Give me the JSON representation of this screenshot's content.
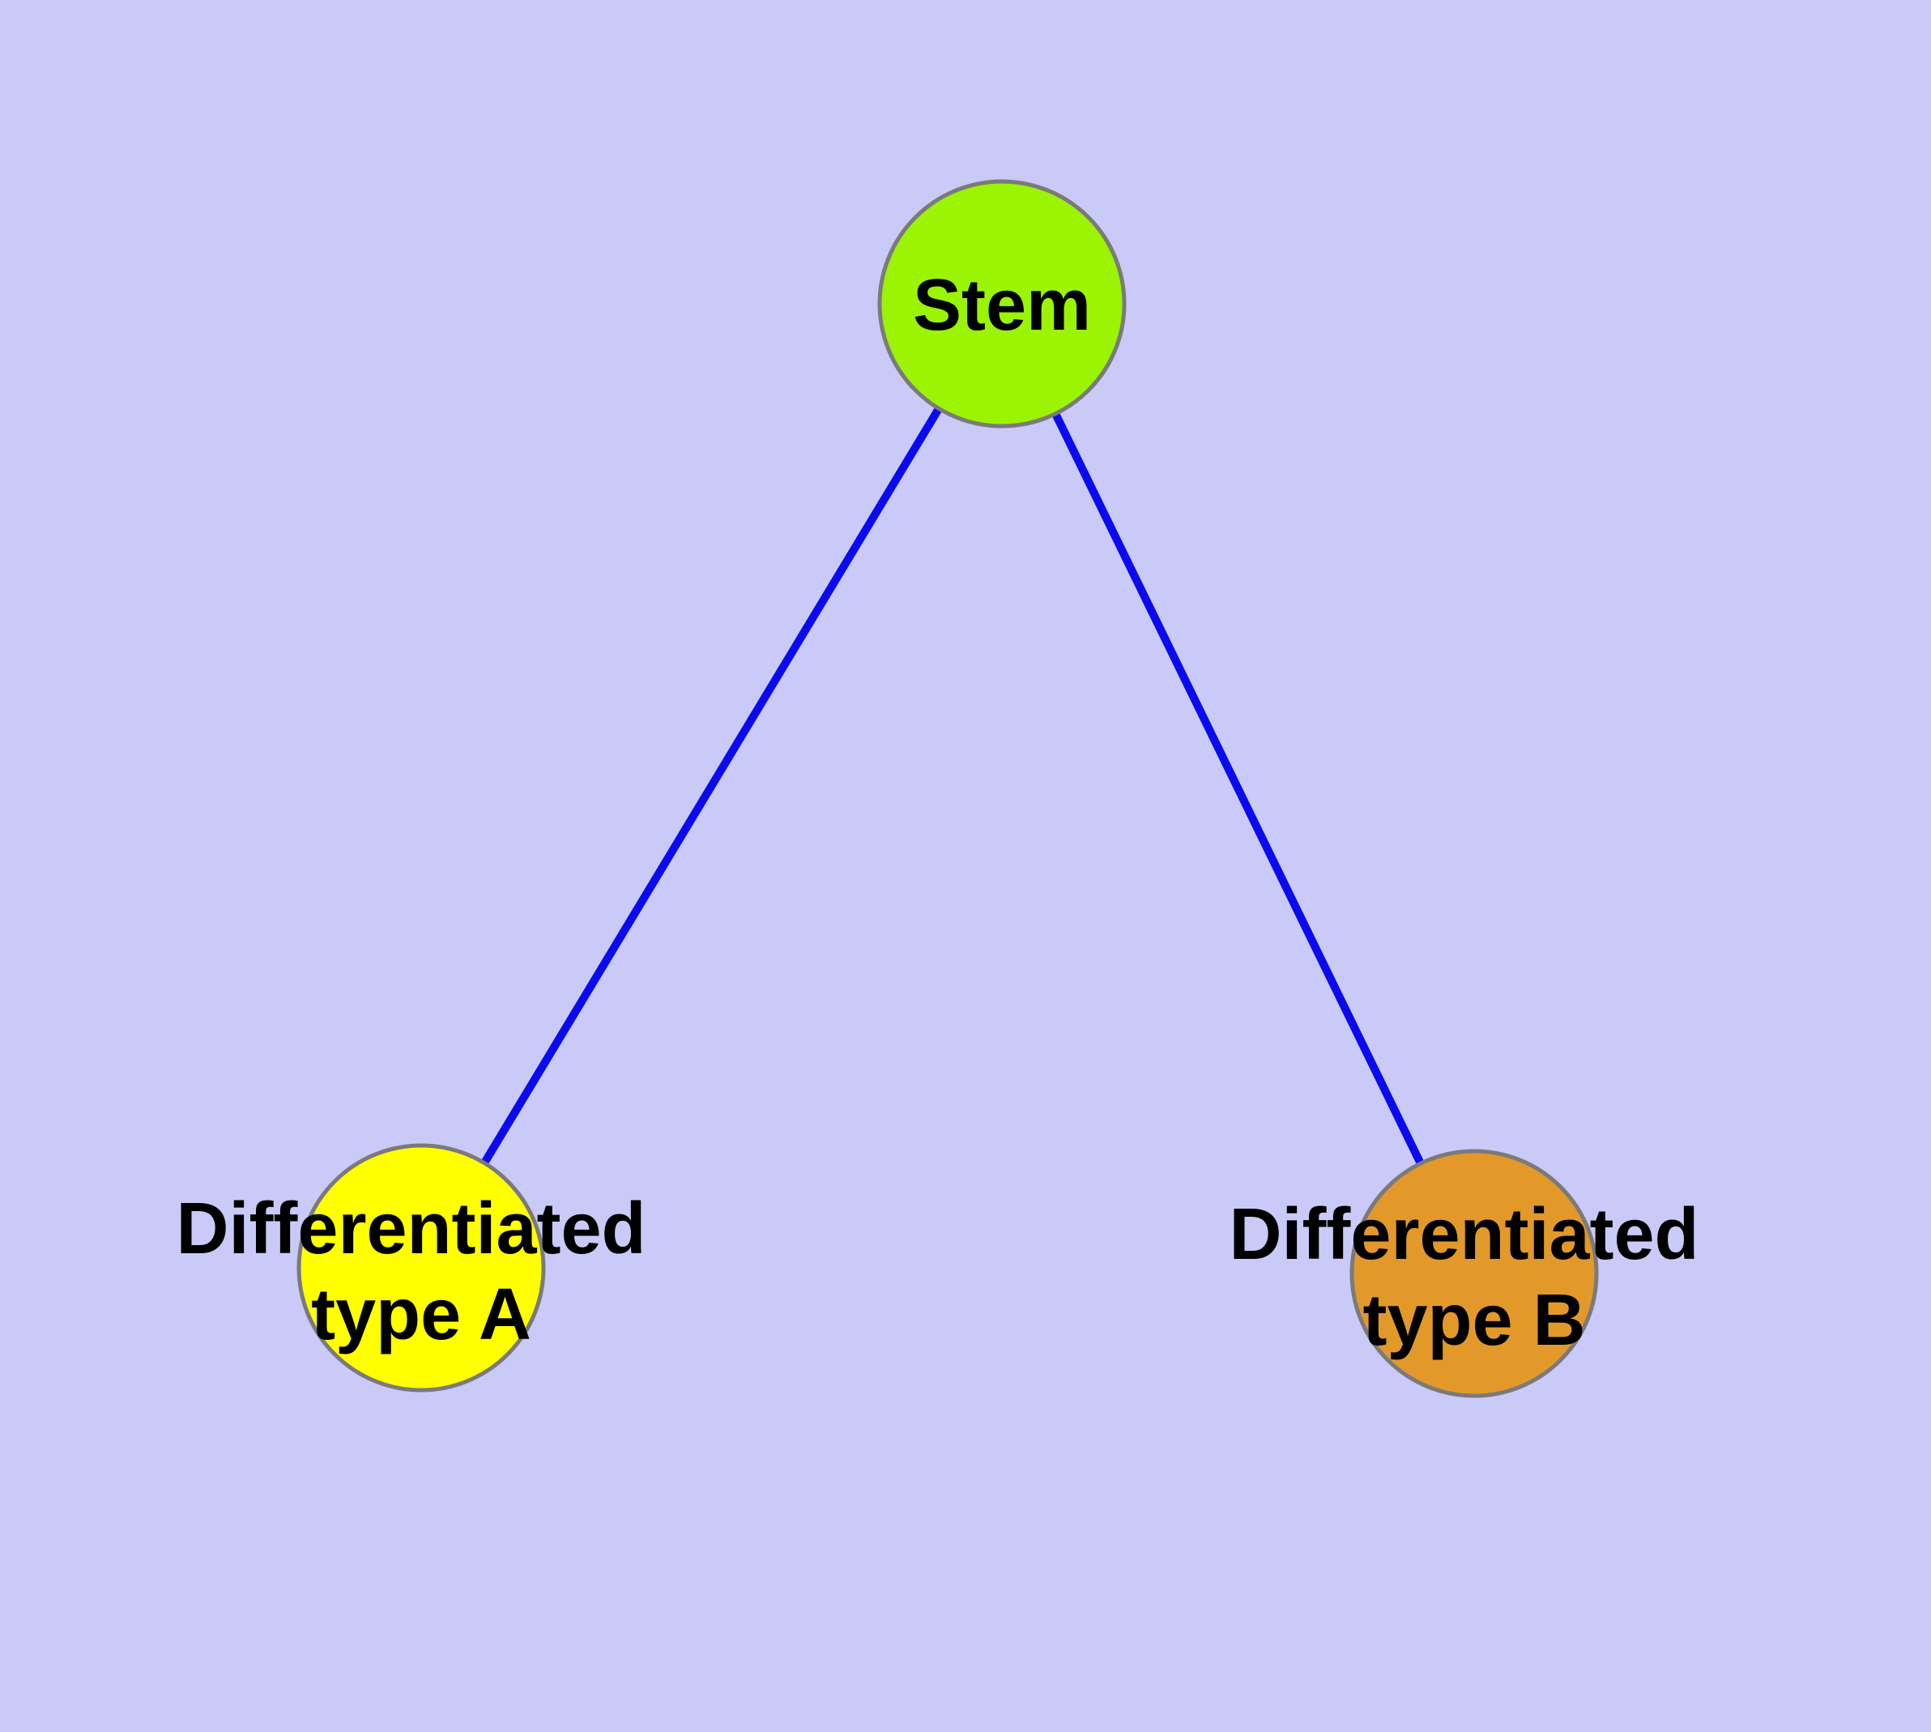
{
  "graph": {
    "background": "#cacaf8",
    "edge_color": "#0a0af0",
    "node_border_color": "#7a7a7a",
    "label_color": "#000000",
    "nodes": {
      "stem": {
        "label": "Stem",
        "fill": "#9af404"
      },
      "type_a": {
        "line1": "Differentiated",
        "line2": "type A",
        "fill": "#ffff00"
      },
      "type_b": {
        "line1": "Differentiated",
        "line2": "type B",
        "fill": "#e2992a"
      }
    },
    "edges": [
      {
        "from": "Stem",
        "to": "Differentiated type A"
      },
      {
        "from": "Stem",
        "to": "Differentiated type B"
      }
    ]
  }
}
